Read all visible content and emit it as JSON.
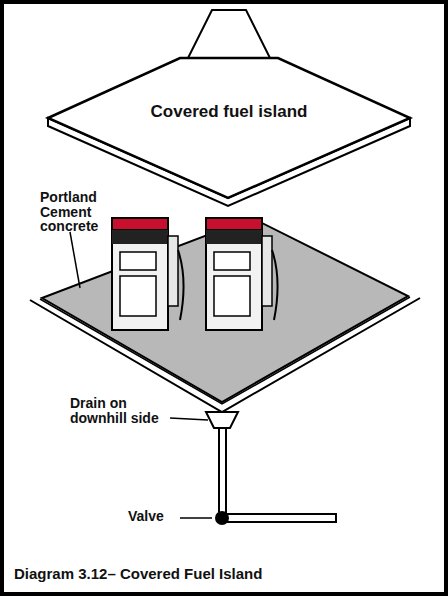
{
  "diagram": {
    "caption": "Diagram 3.12– Covered Fuel Island",
    "nodes": [
      {
        "text": [
          "Covered fuel island"
        ]
      }
    ],
    "labels": [
      "Portland Cement concrete",
      "Drain on downhill side",
      "Valve"
    ]
  }
}
